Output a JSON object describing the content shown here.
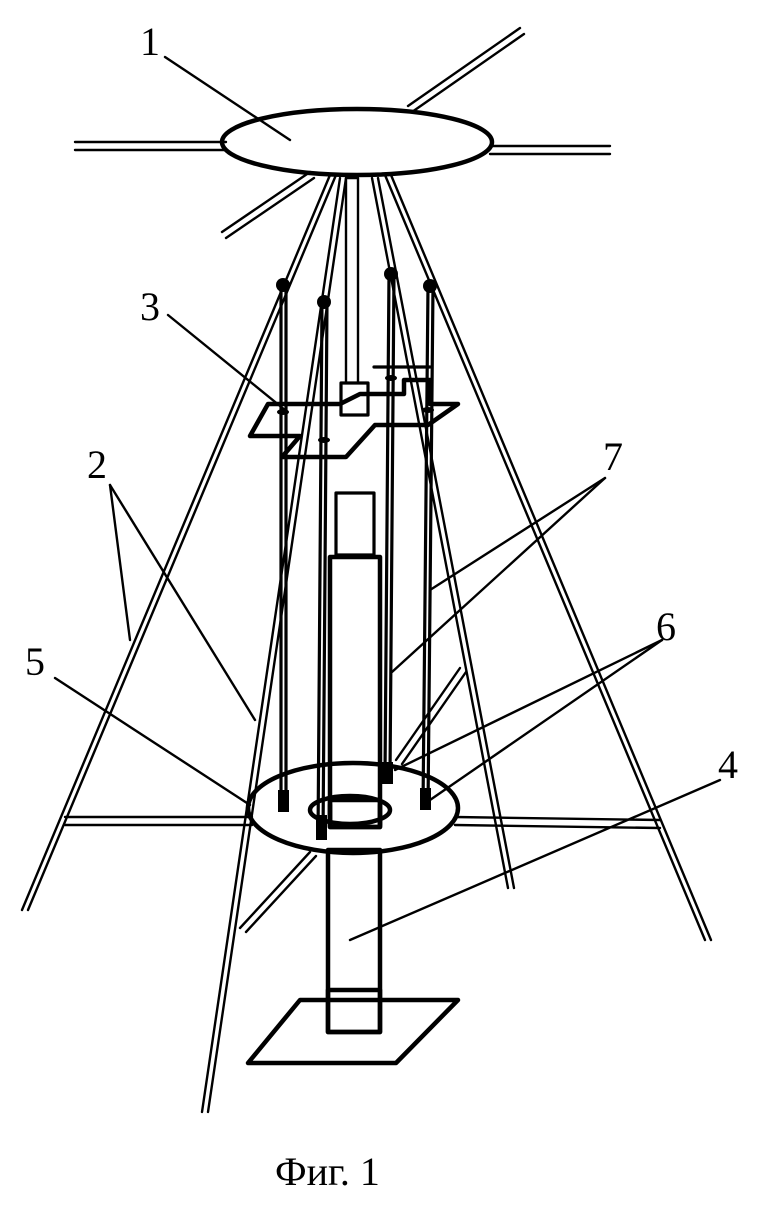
{
  "labels": {
    "l1": "1",
    "l2": "2",
    "l3": "3",
    "l4": "4",
    "l5": "5",
    "l6": "6",
    "l7": "7"
  },
  "caption": "Фиг. 1"
}
